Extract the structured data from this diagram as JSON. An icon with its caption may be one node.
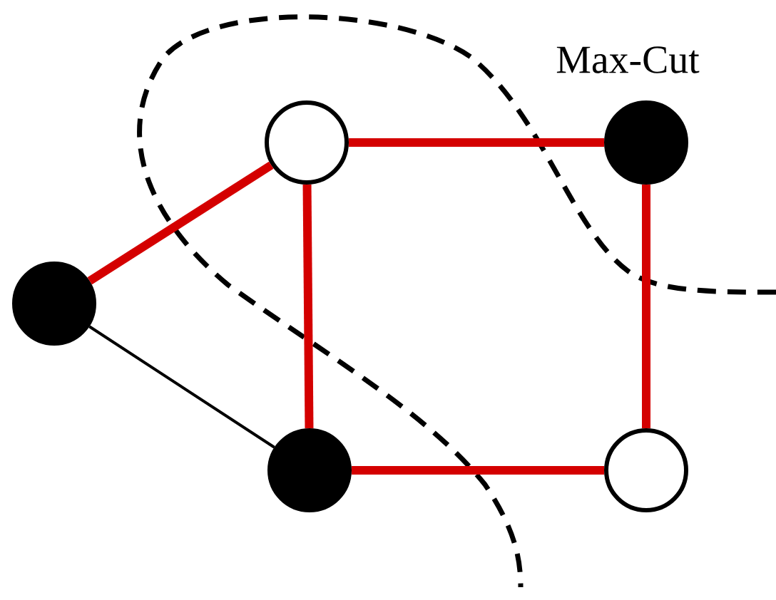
{
  "diagram": {
    "nodes": [
      {
        "text": [],
        "shape": "circle"
      },
      {
        "text": [],
        "shape": "circle"
      },
      {
        "text": [],
        "shape": "circle"
      },
      {
        "text": [],
        "shape": "circle"
      },
      {
        "text": [],
        "shape": "circle"
      }
    ],
    "edges": [
      {
        "from": 0,
        "to": 1,
        "arrow": "none"
      },
      {
        "from": 0,
        "to": 2,
        "arrow": "none",
        "color": "#000000"
      },
      {
        "from": 1,
        "to": 3,
        "arrow": "none"
      },
      {
        "from": 1,
        "to": 2,
        "arrow": "none"
      },
      {
        "from": 3,
        "to": 4,
        "arrow": "none"
      },
      {
        "from": 2,
        "to": 4,
        "arrow": "none"
      }
    ],
    "labels": [
      "Max-Cut"
    ]
  }
}
